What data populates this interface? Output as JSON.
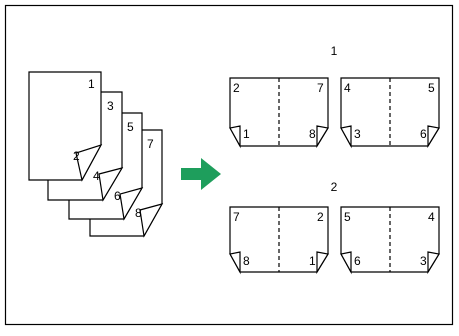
{
  "colors": {
    "arrow": "#1e9e5c",
    "line": "#000000",
    "background": "#ffffff"
  },
  "stack": {
    "sheet1": {
      "front": "1",
      "back": "2"
    },
    "sheet2": {
      "front": "3",
      "back": "4"
    },
    "sheet3": {
      "front": "5",
      "back": "6"
    },
    "sheet4": {
      "front": "7",
      "back": "8"
    }
  },
  "group1": {
    "label": "1",
    "left": {
      "tl": "2",
      "tr": "7",
      "bl": "1",
      "br": "8"
    },
    "right": {
      "tl": "4",
      "tr": "5",
      "bl": "3",
      "br": "6"
    }
  },
  "group2": {
    "label": "2",
    "left": {
      "tl": "7",
      "tr": "2",
      "bl": "8",
      "br": "1"
    },
    "right": {
      "tl": "5",
      "tr": "4",
      "bl": "6",
      "br": "3"
    }
  }
}
